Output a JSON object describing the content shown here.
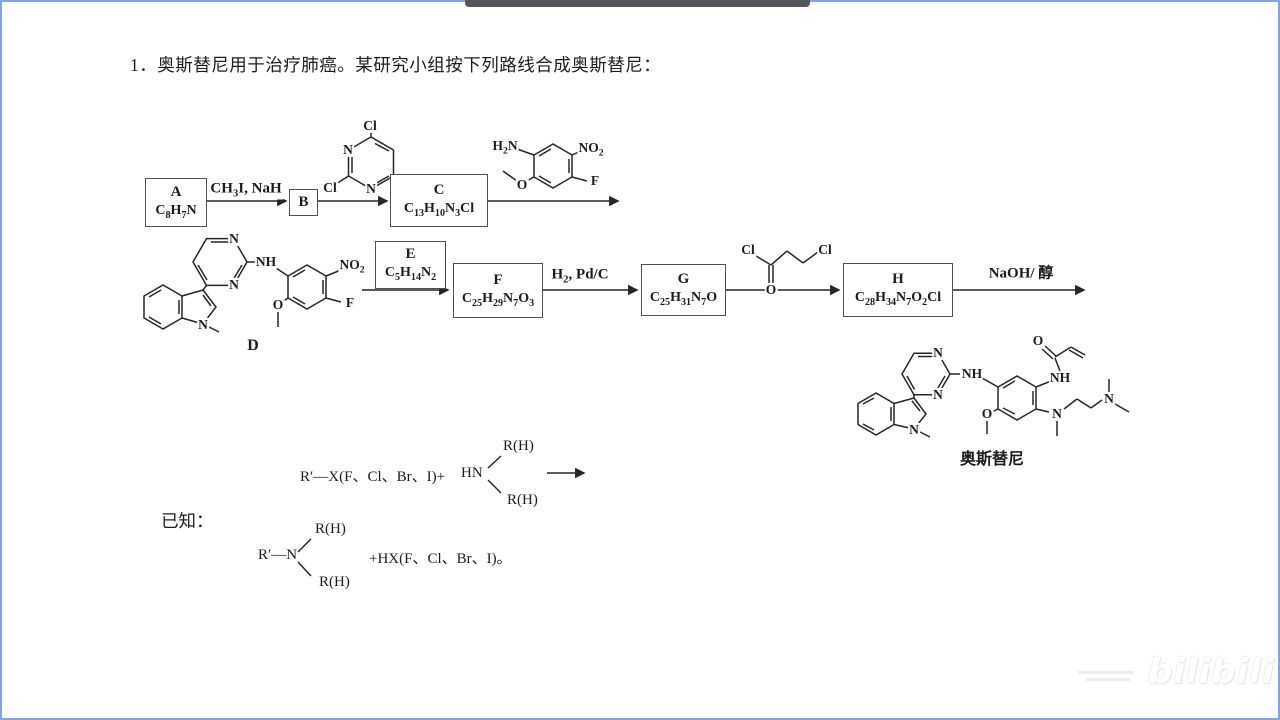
{
  "title": "1．奥斯替尼用于治疗肺癌。某研究小组按下列路线合成奥斯替尼：",
  "known_label": "已知：",
  "boxes": {
    "A": {
      "letter": "A",
      "formula": "C8H7N"
    },
    "B": {
      "letter": "B"
    },
    "C": {
      "letter": "C",
      "formula": "C13H10N3Cl"
    },
    "E": {
      "letter": "E",
      "formula": "C5H14N2"
    },
    "F": {
      "letter": "F",
      "formula": "C25H29N7O3"
    },
    "G": {
      "letter": "G",
      "formula": "C25H31N7O"
    },
    "H": {
      "letter": "H",
      "formula": "C28H34N7O2Cl"
    }
  },
  "arrow_labels": {
    "a_to_b": "CH3I, NaH",
    "f_to_g": "H2, Pd/C",
    "h_to_product": "NaOH/ 醇"
  },
  "structure_d_label": "D",
  "product_label": "奥斯替尼",
  "atoms": {
    "cl": "Cl",
    "n": "N",
    "nh": "NH",
    "o": "O",
    "f": "F",
    "no2": "NO2",
    "h2n": "H2N"
  },
  "known": {
    "line1_reactant": "R′—X(F、Cl、Br、I)+",
    "hn": "HN",
    "rh": "R(H)",
    "line2_product": "R′—N",
    "line2_byproduct": "+HX(F、Cl、Br、I)。"
  },
  "watermark": {
    "logo_text": "bilibili"
  },
  "colors": {
    "frame_blue": "#82a7de",
    "topbar_gray": "#55555b",
    "ink": "#262626"
  }
}
